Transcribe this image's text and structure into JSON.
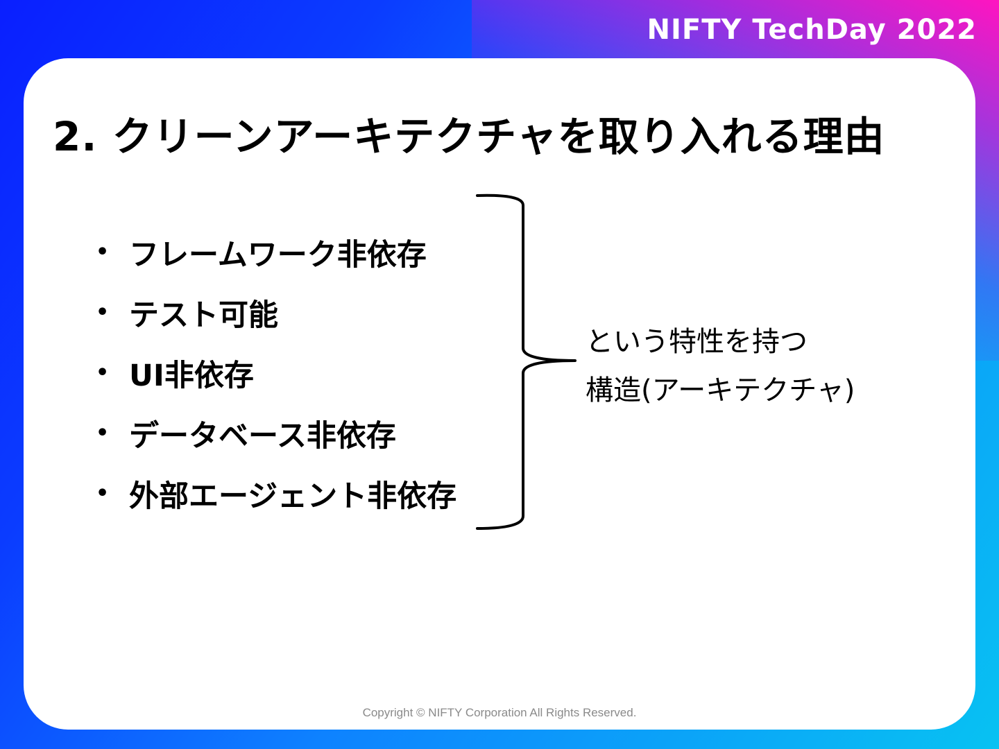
{
  "header": {
    "brand": "NIFTY TechDay 2022"
  },
  "slide": {
    "title": "2. クリーンアーキテクチャを取り入れる理由",
    "bullets": [
      "フレームワーク非依存",
      "テスト可能",
      "UI非依存",
      "データベース非依存",
      "外部エージェント非依存"
    ],
    "bullet_marker": "•",
    "summary_line1": "という特性を持つ",
    "summary_line2": "構造(アーキテクチャ)"
  },
  "footer": {
    "copyright": "Copyright © NIFTY Corporation All Rights Reserved."
  },
  "colors": {
    "gradient_start": "#0a1fff",
    "gradient_mid": "#0e82ff",
    "gradient_end": "#08c2f2",
    "accent_pink": "#ff14c0",
    "card_bg": "#ffffff",
    "text": "#000000",
    "copyright_text": "#8a8a8a"
  }
}
